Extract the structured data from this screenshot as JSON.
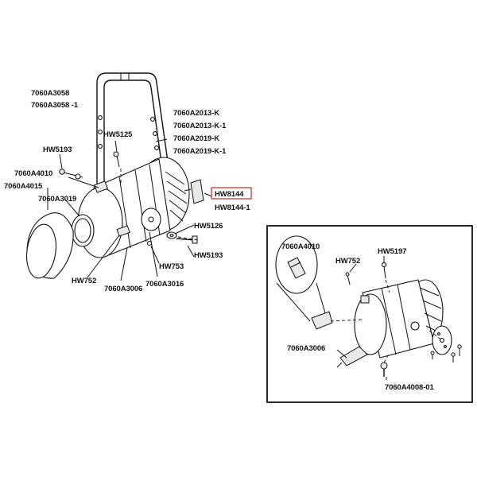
{
  "highlight": {
    "color": "#d9302c"
  },
  "main_labels": {
    "yoke_a": "7060A3058",
    "yoke_b": "7060A3058 -1",
    "bracket_a": "7060A2013-K",
    "bracket_b": "7060A2013-K-1",
    "bracket_c": "7060A2019-K",
    "bracket_d": "7060A2019-K-1",
    "screw_top": "HW5125",
    "screw_left": "HW5193",
    "clip_left": "7060A4010",
    "lens": "7060A4015",
    "ring": "7060A3019",
    "knob_a": "HW8144",
    "knob_b": "HW8144-1",
    "washer_right": "HW5126",
    "screw_right": "HW5193",
    "pin_753": "HW753",
    "pin_752": "HW752",
    "clip_bottom": "7060A3006",
    "plate": "7060A3016"
  },
  "inset_labels": {
    "clip": "7060A4010",
    "pin": "HW752",
    "screw": "HW5197",
    "slider": "7060A3006",
    "knob": "7060A4008-01"
  },
  "icons": [
    "yoke",
    "lamp-housing",
    "reflector-lens",
    "retaining-ring",
    "tilt-knob",
    "screw",
    "washer",
    "magnifier-circle"
  ]
}
